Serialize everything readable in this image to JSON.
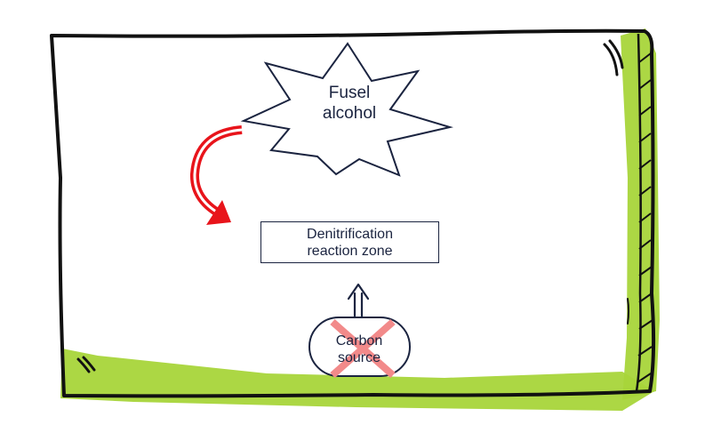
{
  "diagram": {
    "star_label": [
      "Fusel",
      "alcohol"
    ],
    "zone_label": [
      "Denitrification",
      "reaction zone"
    ],
    "source_label": [
      "Carbon",
      "source"
    ]
  },
  "colors": {
    "ink": "#1b2440",
    "frame_stroke": "#111111",
    "green_shadow": "#a8d53a",
    "curved_arrow": "#e8141b",
    "cross": "#f28a8a"
  },
  "icons": {
    "star": "star-burst-icon",
    "curved_arrow": "curved-arrow-icon",
    "up_arrow": "double-up-arrow-icon",
    "cross": "cross-mark-icon"
  }
}
